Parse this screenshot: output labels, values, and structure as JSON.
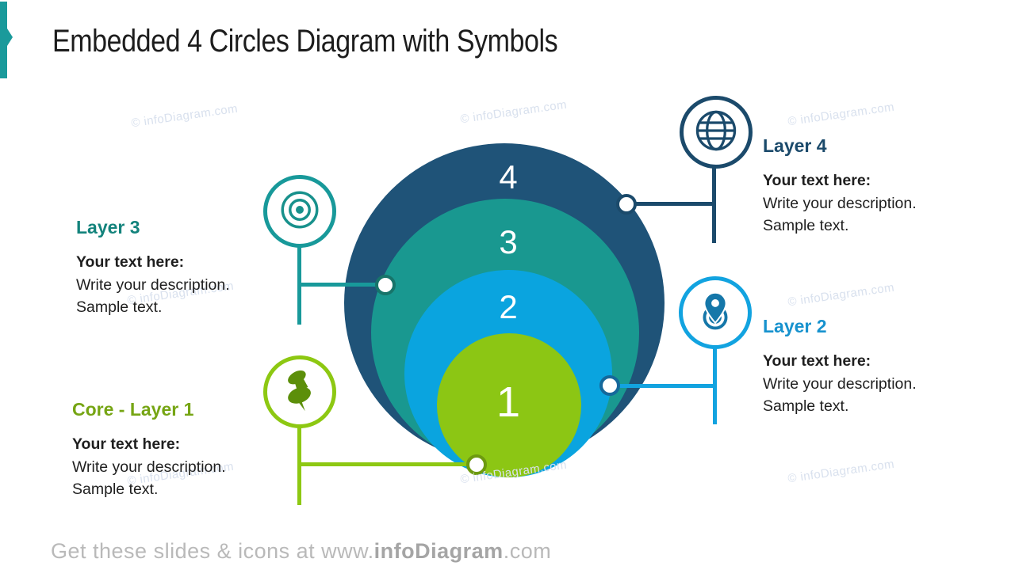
{
  "title": "Embedded 4 Circles Diagram with Symbols",
  "accent_color": "#1A9A9B",
  "watermark_text": "© infoDiagram.com",
  "diagram": {
    "circles": [
      {
        "label": "4",
        "color": "#1F5378"
      },
      {
        "label": "3",
        "color": "#199890"
      },
      {
        "label": "2",
        "color": "#0AA4DF"
      },
      {
        "label": "1",
        "color": "#8CC614"
      }
    ]
  },
  "callouts": [
    {
      "title": "Layer 4",
      "icon": "globe-icon",
      "color": "#1B4A6B",
      "body": {
        "bold": "Your text here:",
        "line2": "Write your description.",
        "line3": "Sample text."
      }
    },
    {
      "title": "Layer 3",
      "icon": "target-icon",
      "color": "#18999A",
      "body": {
        "bold": "Your text here:",
        "line2": "Write your description.",
        "line3": "Sample text."
      }
    },
    {
      "title": "Layer 2",
      "icon": "map-pin-icon",
      "color": "#12A3E0",
      "body": {
        "bold": "Your text here:",
        "line2": "Write your description.",
        "line3": "Sample text."
      }
    },
    {
      "title": "Core - Layer 1",
      "icon": "pushpin-icon",
      "color": "#8DC812",
      "body": {
        "bold": "Your text here:",
        "line2": "Write your description.",
        "line3": "Sample text."
      }
    }
  ],
  "footer": {
    "prefix": "Get these slides & icons at www.",
    "brand": "infoDiagram",
    "suffix": ".com"
  }
}
